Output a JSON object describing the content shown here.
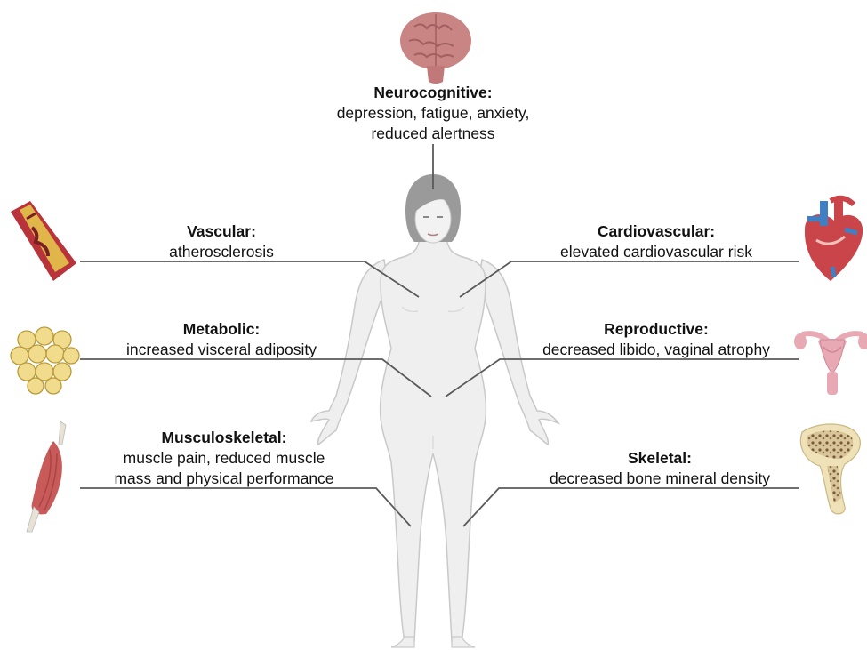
{
  "systems": {
    "neurocognitive": {
      "heading": "Neurocognitive:",
      "lines": [
        "depression, fatigue, anxiety,",
        "reduced alertness"
      ],
      "icon": "brain-icon"
    },
    "vascular": {
      "heading": "Vascular:",
      "lines": [
        "atherosclerosis"
      ],
      "icon": "blood-vessel-plaque-icon"
    },
    "cardiovascular": {
      "heading": "Cardiovascular:",
      "lines": [
        "elevated cardiovascular risk"
      ],
      "icon": "heart-icon"
    },
    "metabolic": {
      "heading": "Metabolic:",
      "lines": [
        "increased visceral adiposity"
      ],
      "icon": "adipose-tissue-icon"
    },
    "reproductive": {
      "heading": "Reproductive:",
      "lines": [
        "decreased libido, vaginal atrophy"
      ],
      "icon": "uterus-icon"
    },
    "musculoskeletal": {
      "heading": "Musculoskeletal:",
      "lines": [
        "muscle pain, reduced muscle",
        "mass and physical performance"
      ],
      "icon": "muscle-icon"
    },
    "skeletal": {
      "heading": "Skeletal:",
      "lines": [
        "decreased bone mineral density"
      ],
      "icon": "bone-icon"
    }
  },
  "figure": {
    "icon": "female-body-icon"
  },
  "colors": {
    "connector": "#5a5a5a",
    "body_fill": "#efefef",
    "body_stroke": "#c9c9c9",
    "hair": "#9a9a9a",
    "brain": "#c98484",
    "vessel_wall": "#b8343a",
    "plaque": "#e0b54a",
    "heart": "#c9454a",
    "heart_blue": "#3f7fc4",
    "fat": "#f0dc8c",
    "uterus": "#e8a9b4",
    "muscle": "#c85a5a",
    "bone": "#efe2b8",
    "bone_spongy": "#7a5a3a"
  }
}
